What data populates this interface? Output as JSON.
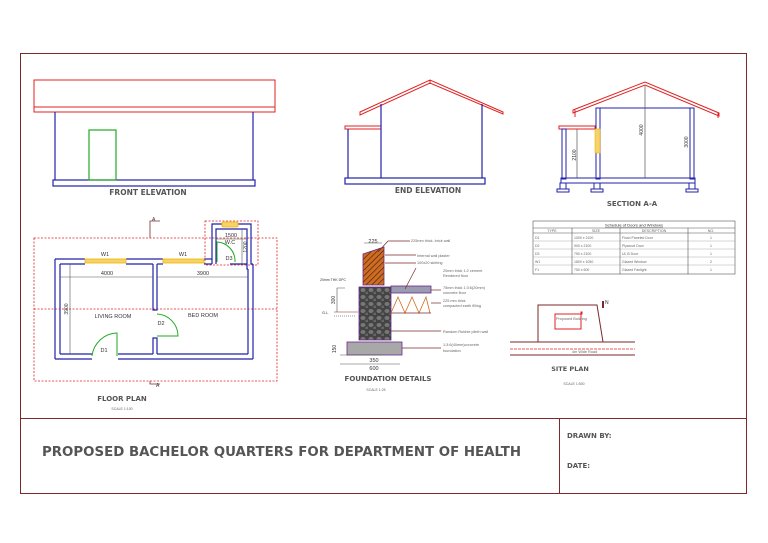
{
  "colors": {
    "border": "#7a2a2a",
    "wall": "#2222aa",
    "roof": "#e02020",
    "door": "#22aa22",
    "window": "#f0b400",
    "dim": "#333333",
    "label": "#555555"
  },
  "views": {
    "front_elevation": {
      "title": "FRONT  ELEVATION"
    },
    "end_elevation": {
      "title": "END  ELEVATION"
    },
    "section": {
      "title": "SECTION A-A",
      "dims": [
        "2100",
        "4000",
        "3000"
      ]
    },
    "floor_plan": {
      "title": "FLOOR PLAN",
      "scale": "SCALE 1:100",
      "section_marks": [
        "A",
        "A"
      ],
      "rooms": [
        "LIVING ROOM",
        "BED ROOM",
        "W.C"
      ],
      "windows": [
        "W1",
        "W1"
      ],
      "doors": [
        "D1",
        "D2",
        "D3"
      ],
      "dims": {
        "living_width": "4000",
        "bed_width": "3900",
        "depth": "3900",
        "wc_width": "1500",
        "wc_depth": "1200"
      }
    },
    "foundation": {
      "title": "FOUNDATION DETAILS",
      "scale": "SCALE 1:25",
      "dims": {
        "wall": "225",
        "plinth_height": "300",
        "footing_height": "150",
        "plinth_width": "350",
        "footing_width": "600"
      },
      "gl_label": "G.L",
      "dpc_label": "20mm THK DPC",
      "callouts": [
        "225mm thick. brick wall",
        "Internal wall plaster",
        "100x20 skirting",
        "20mm thick 1:2 cement",
        "Rendered floor",
        "75mm thick 1:3:6(20mm)",
        "concrete floor",
        "225 mm thick",
        "compacted earth filling",
        "Random Rubble plinth wall",
        "1:3:6(40mm)concrete",
        "foundation"
      ]
    },
    "schedule": {
      "title": "Schedule of Doors and Windows",
      "headers": [
        "TYPE",
        "SIZE",
        "DESCRIPTION",
        "NO."
      ],
      "rows": [
        [
          "D1",
          "1000 x 2100",
          "Flush Paneled Door",
          "1"
        ],
        [
          "D2",
          "900 x 2100",
          "Plywood Door",
          "1"
        ],
        [
          "D3",
          "750 x 2100",
          "UL B Door",
          "1"
        ],
        [
          "W1",
          "1800 x 1050",
          "Glazed Window",
          "2"
        ],
        [
          "F1",
          "750 x  600",
          "Glazed Fanlight",
          "1"
        ]
      ]
    },
    "site_plan": {
      "title": "SITE PLAN",
      "scale": "SCALE 1:500",
      "building_label": "Proposed Building",
      "road_label": "4m Wide Road",
      "north": "N"
    }
  },
  "title_block": {
    "project_title": "PROPOSED BACHELOR QUARTERS FOR DEPARTMENT OF HEALTH",
    "drawn_by_label": "DRAWN BY:",
    "date_label": "DATE:"
  }
}
